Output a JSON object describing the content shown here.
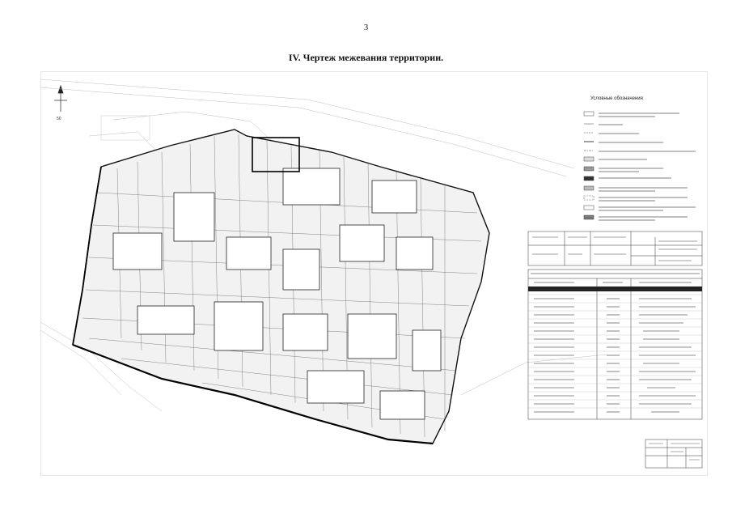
{
  "page_number": "3",
  "title": "IV.  Чертеж межевания территории.",
  "legend": {
    "heading": "Условные обозначения"
  },
  "stamp_mark": "50"
}
